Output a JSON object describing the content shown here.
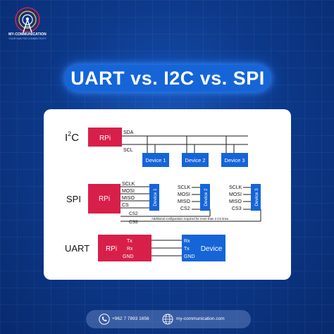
{
  "brand": {
    "name": "MY-COMMUNICATION",
    "tagline": "YOUR HUB FOR CONNECTIVITY"
  },
  "title": "UART vs. I2C vs. SPI",
  "colors": {
    "accent": "#1565d8",
    "rpi_red": "#d81f4a",
    "device_blue": "#1565d8",
    "line": "#1a1a1a"
  },
  "i2c": {
    "label_main": "I",
    "label_sup": "2",
    "label_end": "C",
    "controller": "RPi",
    "lines": [
      "SDA",
      "SCL"
    ],
    "devices": [
      "Device 1",
      "Device 2",
      "Device 3"
    ]
  },
  "spi": {
    "label": "SPI",
    "controller": "RPi",
    "lines": [
      "SCLK",
      "MOSI",
      "MISO",
      "CS"
    ],
    "extra_lines": [
      "CS2",
      "CS3"
    ],
    "devices": [
      {
        "name": "Device 1",
        "pins": [
          "SCLK",
          "MOSI",
          "MISO",
          "CS"
        ]
      },
      {
        "name": "Device 2",
        "pins": [
          "SCLK",
          "MOSI",
          "MISO",
          "CS2"
        ]
      },
      {
        "name": "Device 3",
        "pins": [
          "SCLK",
          "MOSI",
          "MISO",
          "CS3"
        ]
      }
    ],
    "note": "Additional configuration required for more than 2 CS lines"
  },
  "uart": {
    "label": "UART",
    "controller": "RPi",
    "controller_pins": [
      "Tx",
      "Rx",
      "GND"
    ],
    "device": "Device",
    "device_pins": [
      "Rx",
      "Tx",
      "GND"
    ]
  },
  "footer": {
    "phone": "+962 7 7893 1656",
    "website": "my-communication.com",
    "phone_icon": "phone-icon",
    "web_icon": "globe-icon"
  }
}
